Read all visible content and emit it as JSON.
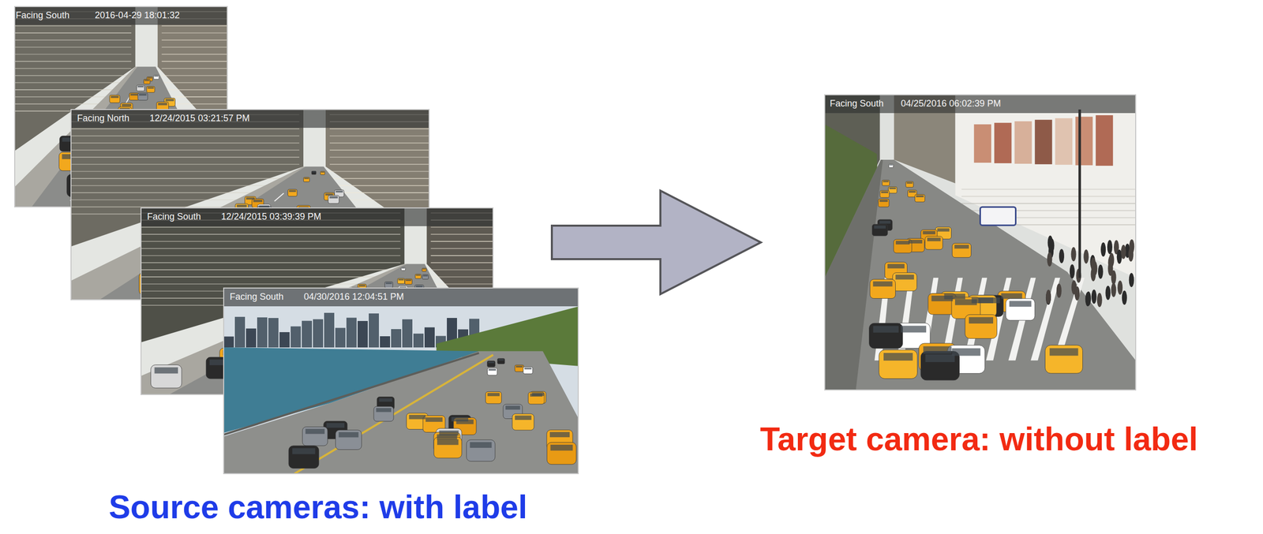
{
  "diagram": {
    "nodes": [
      {
        "text": [
          "Facing South",
          "2016-04-29 18:01:32"
        ]
      },
      {
        "text": [
          "Facing North",
          "12/24/2015 03:21:57 PM"
        ]
      },
      {
        "text": [
          "Facing South",
          "12/24/2015 03:39:39 PM"
        ]
      },
      {
        "text": [
          "Facing South",
          "04/30/2016 12:04:51 PM"
        ]
      },
      {
        "text": [
          "Facing South",
          "04/25/2016 06:02:39 PM"
        ]
      }
    ],
    "edges": [
      {
        "from": 2,
        "to": 4,
        "arrow": "to"
      }
    ],
    "labels": [
      "Source cameras: with label",
      "Target camera: without label"
    ]
  }
}
